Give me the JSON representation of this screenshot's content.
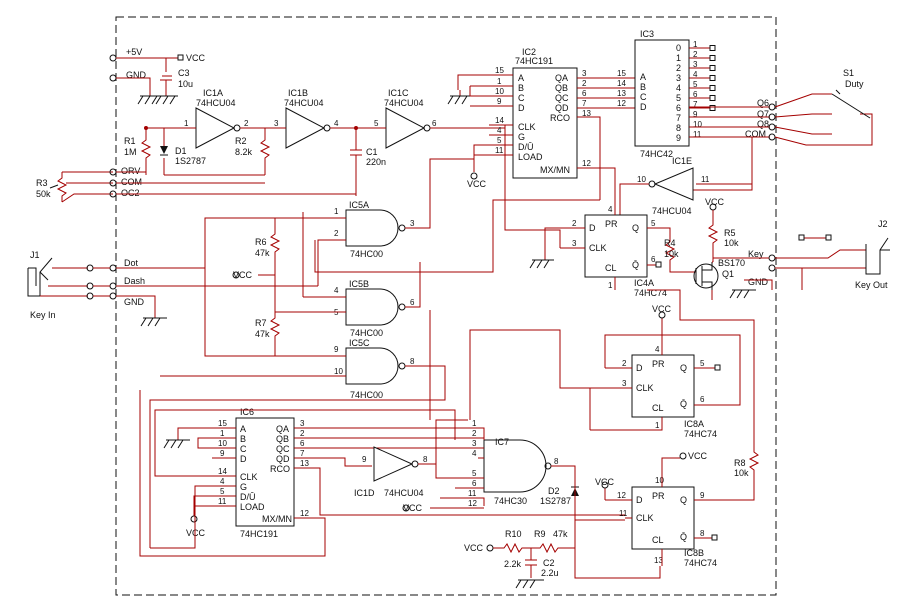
{
  "supply": {
    "plus5v": "+5V",
    "vcc": "VCC",
    "gnd": "GND"
  },
  "caps": {
    "c3": {
      "ref": "C3",
      "val": "10u"
    },
    "c1": {
      "ref": "C1",
      "val": "220n"
    },
    "c2": {
      "ref": "C2",
      "val": "2.2u"
    }
  },
  "res": {
    "r1": {
      "ref": "R1",
      "val": "1M"
    },
    "r2": {
      "ref": "R2",
      "val": "8.2k"
    },
    "r3": {
      "ref": "R3",
      "val": "50k"
    },
    "r4": {
      "ref": "R4",
      "val": "10k"
    },
    "r5": {
      "ref": "R5",
      "val": "10k"
    },
    "r6": {
      "ref": "R6",
      "val": "47k"
    },
    "r7": {
      "ref": "R7",
      "val": "47k"
    },
    "r8": {
      "ref": "R8",
      "val": "10k"
    },
    "r9": {
      "ref": "R9",
      "val": "47k"
    },
    "r10": {
      "ref": "R10",
      "val": "2.2k"
    }
  },
  "diodes": {
    "d1": {
      "ref": "D1",
      "val": "1S2787"
    },
    "d2": {
      "ref": "D2",
      "val": "1S2787"
    }
  },
  "inv": {
    "ic1a": "IC1A",
    "ic1b": "IC1B",
    "ic1c": "IC1C",
    "ic1d": "IC1D",
    "ic1e": "IC1E",
    "part": "74HCU04"
  },
  "nand": {
    "ic5a": "IC5A",
    "ic5b": "IC5B",
    "ic5c": "IC5C",
    "part": "74HC00"
  },
  "ic7": {
    "ref": "IC7",
    "part": "74HC30"
  },
  "counter": {
    "ic2": "IC2",
    "ic6": "IC6",
    "part": "74HC191",
    "inputs": [
      "A",
      "B",
      "C",
      "D"
    ],
    "outputs": [
      "QA",
      "QB",
      "QC",
      "QD",
      "RCO"
    ],
    "clk": "CLK",
    "g": "G",
    "du": "D/Ū",
    "load": "LOAD",
    "mxmn": "MX/MN"
  },
  "ic3": {
    "ref": "IC3",
    "part": "74HC42",
    "inputs": [
      "A",
      "B",
      "C",
      "D"
    ],
    "outputs": [
      "0",
      "1",
      "2",
      "3",
      "4",
      "5",
      "6",
      "7",
      "8",
      "9"
    ]
  },
  "ff": {
    "ic4a": {
      "ref": "IC4A",
      "part": "74HC74"
    },
    "ic8a": {
      "ref": "IC8A",
      "part": "74HC74"
    },
    "ic8b": {
      "ref": "IC8B",
      "part": "74HC74"
    },
    "d": "D",
    "clk": "CLK",
    "q": "Q",
    "qb": "Q̄",
    "pr": "PR",
    "cl": "CL"
  },
  "q1": {
    "ref": "Q1",
    "part": "BS170"
  },
  "switch": {
    "ref": "S1",
    "label": "Duty",
    "positions": [
      "Q6",
      "Q7",
      "Q8",
      "COM"
    ]
  },
  "jacks": {
    "j1": {
      "ref": "J1",
      "label": "Key In",
      "pins": [
        "Dot",
        "Dash",
        "GND"
      ]
    },
    "j2": {
      "ref": "J2",
      "label": "Key Out",
      "pins": [
        "Key",
        "GND"
      ]
    }
  },
  "pot": {
    "pins": [
      "ORV",
      "COM",
      "OC2"
    ]
  },
  "pins": {
    "ic1a": [
      "1",
      "2"
    ],
    "ic1b": [
      "3",
      "4"
    ],
    "ic1c": [
      "5",
      "6"
    ],
    "ic1d": [
      "9",
      "8"
    ],
    "ic1e": [
      "10",
      "11"
    ],
    "ic2_in": [
      "15",
      "1",
      "10",
      "9"
    ],
    "ic2_out": [
      "3",
      "2",
      "6",
      "7",
      "13"
    ],
    "ic2_ctl": [
      "14",
      "4",
      "5",
      "11"
    ],
    "ic2_mxmn": "12",
    "ic3_in": [
      "15",
      "14",
      "13",
      "12"
    ],
    "ic3_out": [
      "1",
      "2",
      "3",
      "4",
      "5",
      "6",
      "7",
      "9",
      "10",
      "11"
    ],
    "ic6_in": [
      "15",
      "1",
      "10",
      "9"
    ],
    "ic6_out": [
      "3",
      "2",
      "6",
      "7",
      "13"
    ],
    "ic6_ctl": [
      "14",
      "4",
      "5",
      "11"
    ],
    "ic6_mxmn": "12",
    "ic5a": [
      "1",
      "2",
      "3"
    ],
    "ic5b": [
      "4",
      "5",
      "6"
    ],
    "ic5c": [
      "9",
      "10",
      "8"
    ],
    "ic7_in": [
      "1",
      "2",
      "3",
      "4",
      "5",
      "6",
      "11",
      "12"
    ],
    "ic7_out": "8",
    "ic4a": {
      "d": "2",
      "clk": "3",
      "q": "5",
      "qb": "6",
      "pr": "4",
      "cl": "1"
    },
    "ic8a": {
      "d": "2",
      "clk": "3",
      "q": "5",
      "qb": "6",
      "pr": "4",
      "cl": "1"
    },
    "ic8b": {
      "d": "12",
      "clk": "11",
      "q": "9",
      "qb": "8",
      "pr": "10",
      "cl": "13"
    }
  }
}
